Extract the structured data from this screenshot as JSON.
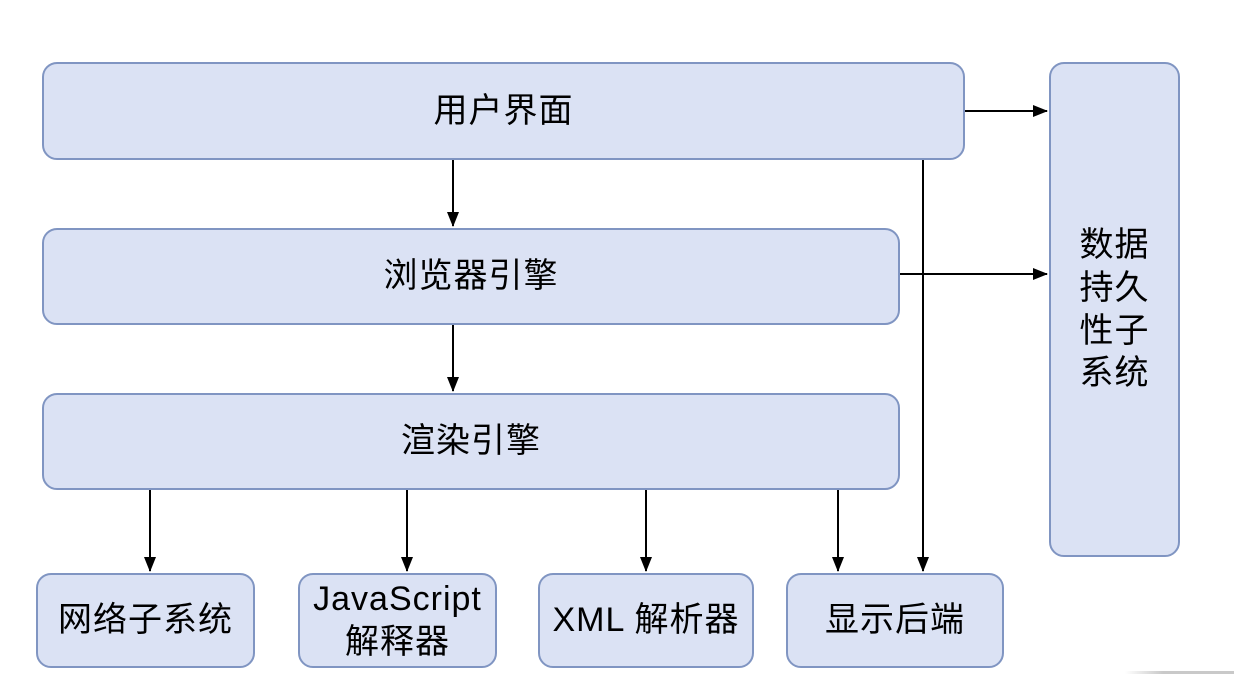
{
  "diagram": {
    "nodes": {
      "ui": {
        "label": "用户界面"
      },
      "browser_engine": {
        "label": "浏览器引擎"
      },
      "render_engine": {
        "label": "渲染引擎"
      },
      "network_subsystem": {
        "label": "网络子系统"
      },
      "js_interpreter": {
        "label": "JavaScript 解释器",
        "lines": [
          "JavaScript",
          "解释器"
        ]
      },
      "xml_parser": {
        "label": "XML 解析器"
      },
      "display_backend": {
        "label": "显示后端"
      },
      "data_persistence": {
        "label": "数据持久性子系统",
        "lines": [
          "数据",
          "持久",
          "性子",
          "系统"
        ]
      }
    },
    "edges": [
      {
        "from": "用户界面",
        "to": "浏览器引擎"
      },
      {
        "from": "浏览器引擎",
        "to": "渲染引擎"
      },
      {
        "from": "渲染引擎",
        "to": "网络子系统"
      },
      {
        "from": "渲染引擎",
        "to": "JavaScript 解释器"
      },
      {
        "from": "渲染引擎",
        "to": "XML 解析器"
      },
      {
        "from": "渲染引擎",
        "to": "显示后端"
      },
      {
        "from": "用户界面",
        "to": "显示后端"
      },
      {
        "from": "用户界面",
        "to": "数据持久性子系统"
      },
      {
        "from": "浏览器引擎",
        "to": "数据持久性子系统"
      }
    ],
    "colors": {
      "node_fill": "#dbe2f4",
      "node_border": "#8095c2",
      "arrow": "#000000",
      "background": "#ffffff"
    }
  }
}
